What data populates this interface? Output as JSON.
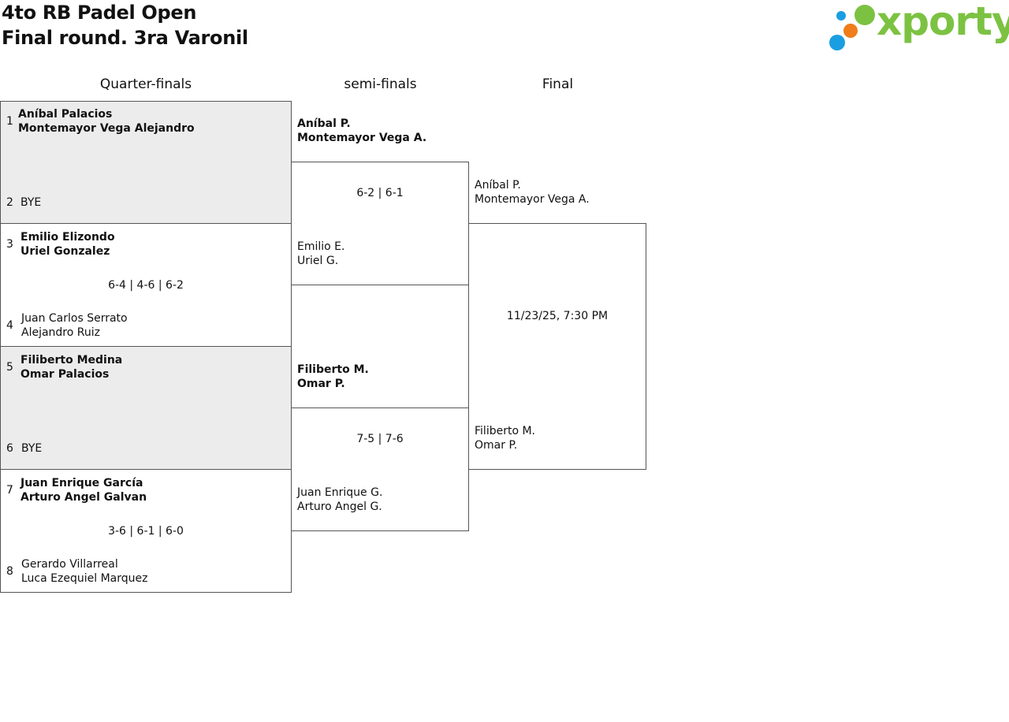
{
  "header": {
    "title_line1": "4to RB Padel Open",
    "title_line2": "Final round. 3ra Varonil"
  },
  "logo": {
    "text": "xporty",
    "colors": {
      "text": "#7cc242",
      "dot_green": "#7cc242",
      "dot_orange": "#f07d1a",
      "dot_blue": "#1a9ee2"
    }
  },
  "rounds": [
    "Quarter-finals",
    "semi-finals",
    "Final"
  ],
  "quarterfinals": [
    {
      "seed_top": "1",
      "top": [
        "Aníbal Palacios",
        "Montemayor Vega Alejandro"
      ],
      "seed_bottom": "2",
      "bottom": [
        "BYE"
      ],
      "score": ""
    },
    {
      "seed_top": "3",
      "top": [
        "Emilio Elizondo",
        "Uriel Gonzalez"
      ],
      "seed_bottom": "4",
      "bottom": [
        "Juan Carlos Serrato",
        "Alejandro Ruiz"
      ],
      "score": "6-4 | 4-6 | 6-2"
    },
    {
      "seed_top": "5",
      "top": [
        "Filiberto Medina",
        "Omar Palacios"
      ],
      "seed_bottom": "6",
      "bottom": [
        "BYE"
      ],
      "score": ""
    },
    {
      "seed_top": "7",
      "top": [
        "Juan Enrique García",
        "Arturo Angel Galvan"
      ],
      "seed_bottom": "8",
      "bottom": [
        "Gerardo Villarreal",
        "Luca Ezequiel Marquez"
      ],
      "score": "3-6 | 6-1 | 6-0"
    }
  ],
  "semifinals": [
    {
      "top": [
        "Aníbal P.",
        "Montemayor Vega A."
      ],
      "score": "6-2 | 6-1",
      "bottom": [
        "Emilio E.",
        "Uriel G."
      ]
    },
    {
      "top": [
        "Filiberto M.",
        "Omar P."
      ],
      "score": "7-5 | 7-6",
      "bottom": [
        "Juan Enrique G.",
        "Arturo Angel G."
      ]
    }
  ],
  "final": {
    "top": [
      "Aníbal P.",
      "Montemayor Vega A."
    ],
    "datetime": "11/23/25, 7:30 PM",
    "bottom": [
      "Filiberto M.",
      "Omar P."
    ]
  }
}
